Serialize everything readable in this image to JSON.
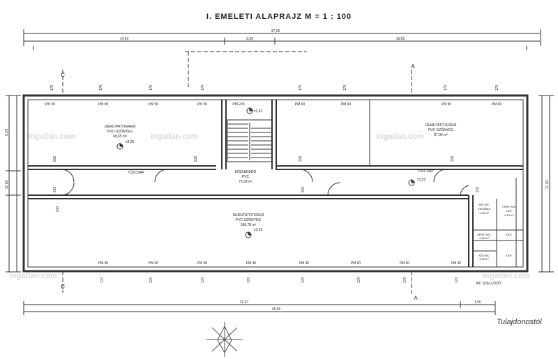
{
  "title": "I. EMELETI  ALAPRAJZ   M = 1 : 100",
  "owner_note": "Tulajdonostól",
  "watermark": "ingatlan.com",
  "rooms": {
    "room1": {
      "name": "DEMUTATÓTEREM",
      "floor": "PVC-SZÖNYEG",
      "area": "68,65 m²",
      "level": "±3,25"
    },
    "room2": {
      "name": "DEMUTATÓTEREM",
      "floor": "PVC-SZÖNYEG",
      "area": "87,96 m²"
    },
    "corridor": {
      "name": "KÖZLEKEDŐ",
      "floor": "PVC",
      "area": "75,99 m²"
    },
    "room3": {
      "name": "DEMUTATÓTEREM",
      "floor": "PVC-SZÖNYEG",
      "area": "156,78 m²",
      "level": "±3.25"
    },
    "stair": {
      "label": "PM 225",
      "level": "±1,62"
    },
    "wc_men": {
      "name": "NŐI WC",
      "floor": "KERÁMIA",
      "area": "4,30 m²"
    },
    "wc_small": {
      "name": "FÉRFI WC",
      "floor": "KER.",
      "area": "2,20 m²"
    },
    "wc2": {
      "name": "FÉRFI WC",
      "floor": "KER.",
      "area": "2,96 m²"
    },
    "wc3": {
      "name": "NŐI WC",
      "floor": "KER.",
      "area": "3,05 m²"
    },
    "wc_shaft": {
      "label": "WC SZELLŐZŐ"
    }
  },
  "labels": {
    "tuzcsap_left": "TŰZCSAP",
    "tuzcsap_right": "TŰZCSAP",
    "corridor_level": "±3,25"
  },
  "dimensions": {
    "top_total": "37,25",
    "top_left": "14,63",
    "top_mid": "3,39",
    "top_right": "15,50",
    "bottom_main": "32,97",
    "bottom_total": "35,95",
    "bottom_right": "1,90",
    "left_upper": "6,23",
    "left_lower": "17,20",
    "right_total": "17,20"
  },
  "sections": {
    "a": "A",
    "c": "C"
  },
  "window_top": [
    {
      "h": "170",
      "w": "PM 90"
    },
    {
      "h": "170",
      "w": "PM 90"
    },
    {
      "h": "170",
      "w": "PM 90"
    },
    {
      "h": "170",
      "w": "PM 90"
    },
    {
      "h": "170",
      "w": "PM 90"
    },
    {
      "h": "170",
      "w": "PM 90"
    },
    {
      "h": "170",
      "w": "PM 90"
    },
    {
      "h": "170",
      "w": "PM 90"
    }
  ],
  "window_bottom": [
    {
      "h": "170",
      "w": "PM 90"
    },
    {
      "h": "170",
      "w": "PM 90"
    },
    {
      "h": "170",
      "w": "PM 90"
    },
    {
      "h": "170",
      "w": "PM 90"
    },
    {
      "h": "170",
      "w": "PM 90"
    },
    {
      "h": "170",
      "w": "PM 90"
    },
    {
      "h": "170",
      "w": "PM 90"
    },
    {
      "h": "170",
      "w": "PM 90"
    }
  ],
  "door_labels": {
    "d1": "210",
    "d2": "210",
    "d3": "210",
    "d4": "210",
    "d5": "210",
    "d6": "210",
    "d7": "210",
    "d8": "210"
  },
  "colors": {
    "line": "#333333",
    "wall_fill": "#ffffff",
    "watermark": "#d8d8d8"
  }
}
